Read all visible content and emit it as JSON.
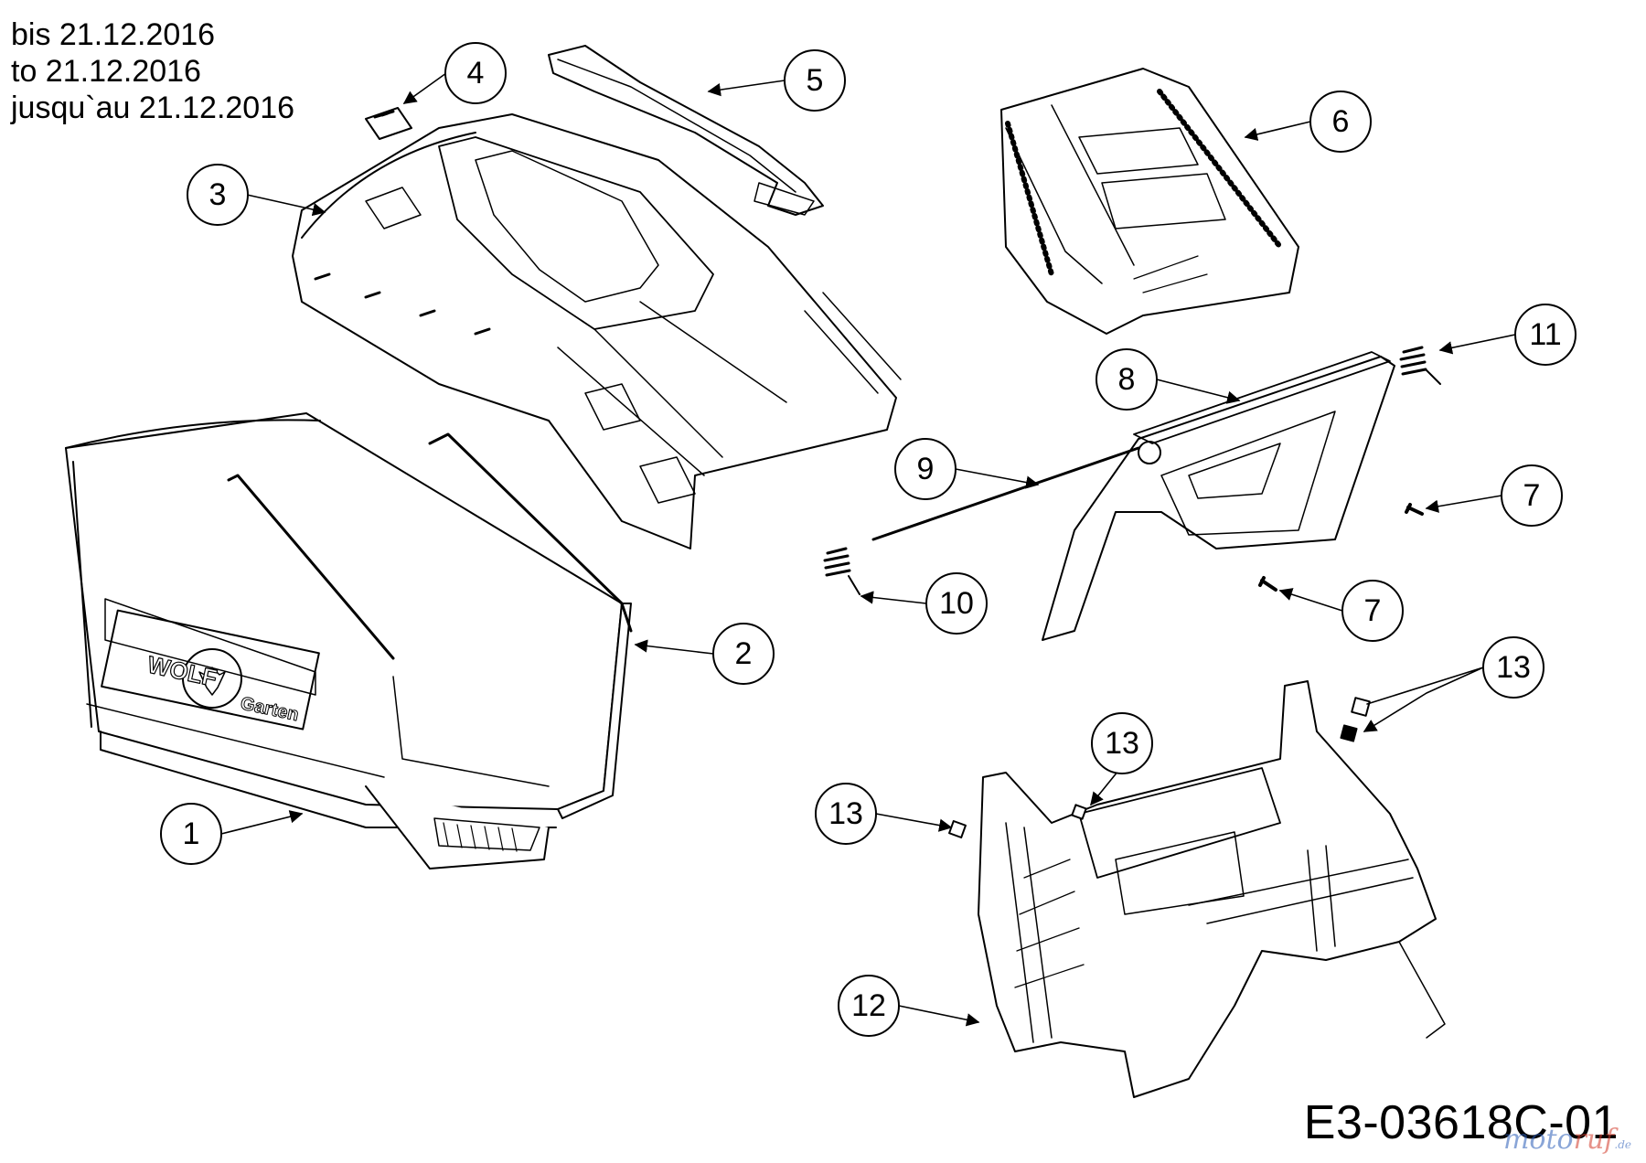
{
  "header": {
    "lines": [
      "bis 21.12.2016",
      "to 21.12.2016",
      "jusqu`au 21.12.2016"
    ]
  },
  "logo": {
    "line1": "WOLF",
    "line2": "Garten"
  },
  "callouts": [
    "1",
    "2",
    "3",
    "4",
    "5",
    "6",
    "7",
    "7",
    "8",
    "9",
    "10",
    "11",
    "12",
    "13",
    "13",
    "13"
  ],
  "drawing_code": "E3-03618C-01",
  "watermark": {
    "part1": "moto",
    "part2": "ruf",
    "part3": ".de"
  }
}
